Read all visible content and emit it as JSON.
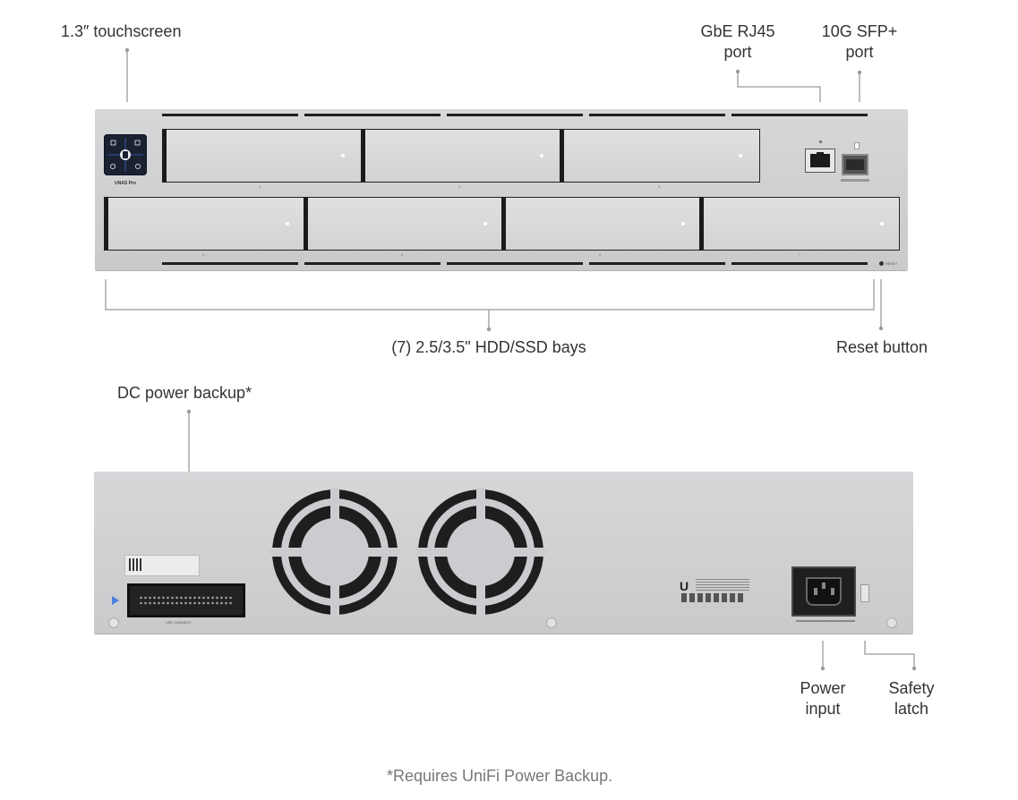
{
  "front_view": {
    "callouts": {
      "touchscreen": "1.3″ touchscreen",
      "rj45_line1": "GbE RJ45",
      "rj45_line2": "port",
      "sfp_line1": "10G SFP+",
      "sfp_line2": "port",
      "bays": "(7) 2.5/3.5\" HDD/SSD bays",
      "reset": "Reset button"
    },
    "model_label": "UNAS Pro",
    "reset_label": "RESET",
    "bay_numbers": [
      "1",
      "2",
      "3",
      "4",
      "5",
      "6",
      "7"
    ]
  },
  "rear_view": {
    "callouts": {
      "dc_backup": "DC power backup*",
      "power_line1": "Power",
      "power_line2": "input",
      "latch_line1": "Safety",
      "latch_line2": "latch"
    },
    "connector_label": "USP CONNECT",
    "fan_count": 2
  },
  "footnote": "*Requires UniFi Power Backup.",
  "colors": {
    "chassis": "#cbcccf",
    "bay_face": "#d8d9db",
    "screen": "#1a2130",
    "leader_line": "#9a9a9a",
    "text": "#333333",
    "footnote": "#777777"
  }
}
